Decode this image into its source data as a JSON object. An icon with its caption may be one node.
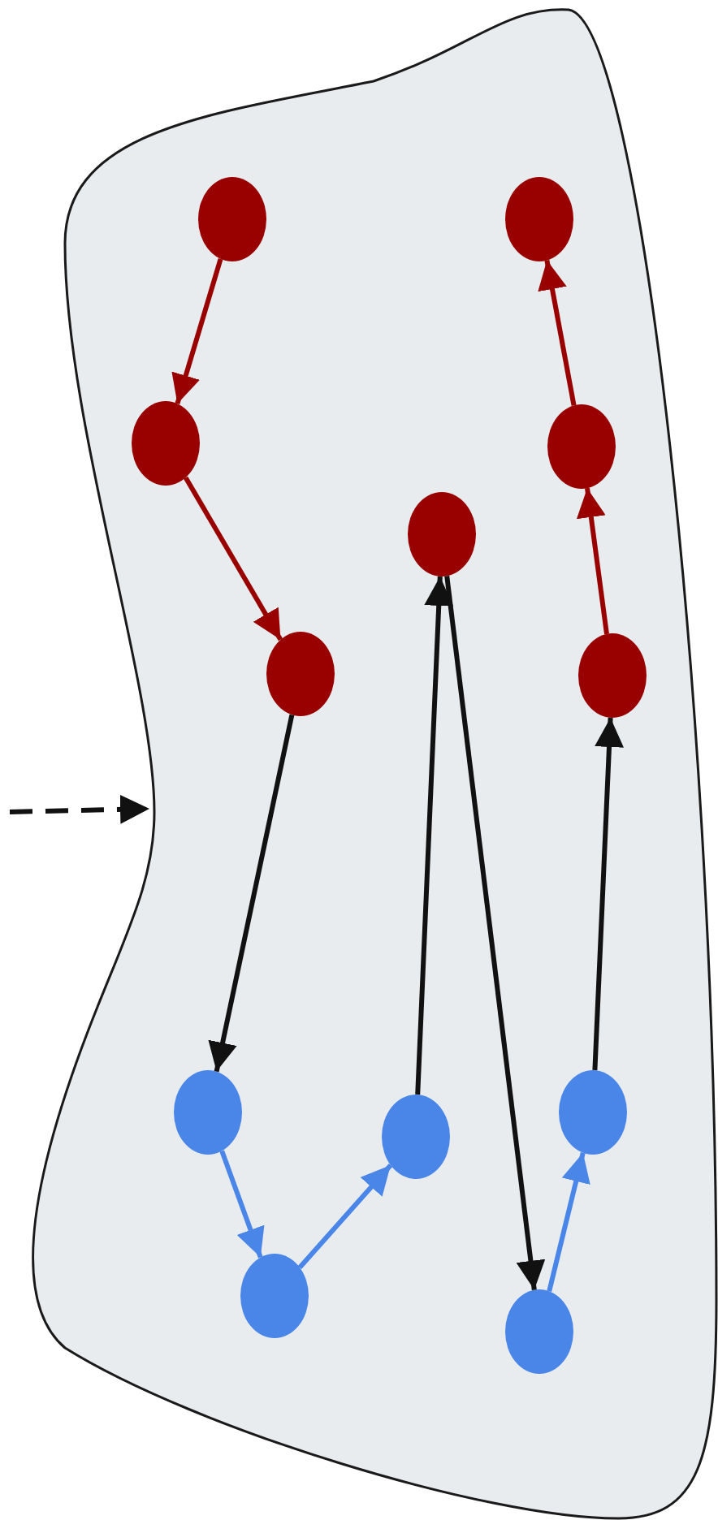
{
  "diagram": {
    "nodes": [
      {
        "text": [],
        "shape": "blob"
      },
      {
        "text": [],
        "shape": "circle",
        "in": 0
      },
      {
        "text": [],
        "shape": "circle",
        "in": 0
      },
      {
        "text": [],
        "shape": "circle",
        "in": 0
      },
      {
        "text": [],
        "shape": "circle",
        "in": 0
      },
      {
        "text": [],
        "shape": "circle",
        "in": 0
      },
      {
        "text": [],
        "shape": "circle",
        "in": 0
      },
      {
        "text": [],
        "shape": "circle",
        "in": 0
      },
      {
        "text": [],
        "shape": "circle",
        "in": 0
      },
      {
        "text": [],
        "shape": "circle",
        "in": 0
      },
      {
        "text": [],
        "shape": "circle",
        "in": 0
      },
      {
        "text": [],
        "shape": "circle",
        "in": 0
      },
      {
        "text": [],
        "shape": "circle",
        "in": 0
      }
    ],
    "edges": [
      {
        "from": 1,
        "to": 2,
        "arrow": "to",
        "color": "#990000"
      },
      {
        "from": 2,
        "to": 3,
        "arrow": "to",
        "color": "#990000"
      },
      {
        "from": 3,
        "to": 8,
        "arrow": "to"
      },
      {
        "from": 8,
        "to": 9,
        "arrow": "to",
        "color": "#4a86e8"
      },
      {
        "from": 9,
        "to": 10,
        "arrow": "to",
        "color": "#4a86e8"
      },
      {
        "from": 10,
        "to": 4,
        "arrow": "to"
      },
      {
        "from": 4,
        "to": 11,
        "arrow": "to"
      },
      {
        "from": 11,
        "to": 12,
        "arrow": "to",
        "color": "#4a86e8"
      },
      {
        "from": 12,
        "to": 7,
        "arrow": "to"
      },
      {
        "from": 7,
        "to": 6,
        "arrow": "to",
        "color": "#990000"
      },
      {
        "from": 6,
        "to": 5,
        "arrow": "to",
        "color": "#990000"
      },
      {
        "from": null,
        "to": 0,
        "arrow": "to",
        "style": "dashed"
      }
    ]
  }
}
